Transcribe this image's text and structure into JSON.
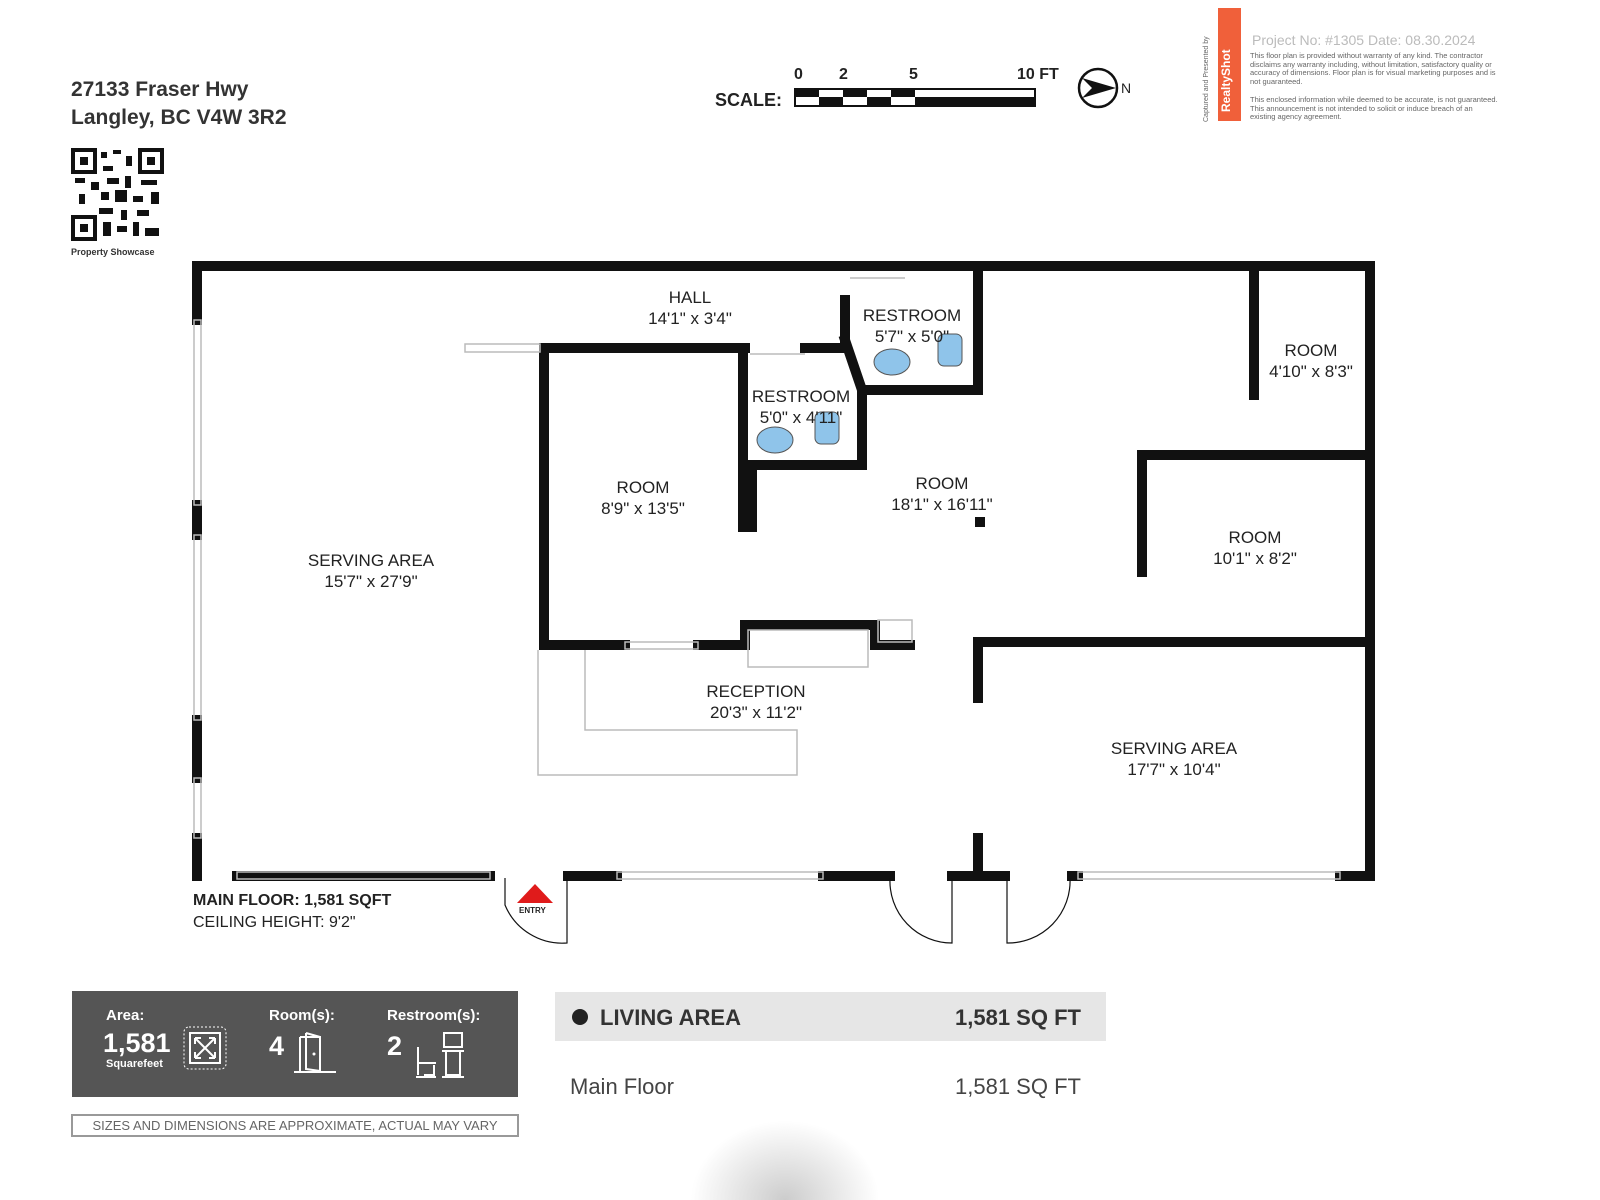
{
  "address": {
    "line1": "27133 Fraser Hwy",
    "line2": "Langley, BC V4W 3R2"
  },
  "qr_caption": "Property Showcase",
  "scale": {
    "label": "SCALE:",
    "ticks": [
      "0",
      "2",
      "5",
      "10 FT"
    ],
    "north": "N"
  },
  "branding": {
    "brand": "RealtyShot",
    "captured_by": "Captured and Presented by"
  },
  "project": {
    "text": "Project No: #1305   Date: 08.30.2024"
  },
  "disclaimer1": "This floor plan is provided without warranty of any kind. The contractor disclaims any warranty including, without limitation, satisfactory quality or accuracy of dimensions. Floor plan is for visual marketing purposes and is not guaranteed.",
  "disclaimer2": "This enclosed information while deemed to be accurate, is not guaranteed. This announcement is not intended to solicit or induce breach of an existing agency agreement.",
  "rooms": [
    {
      "name": "HALL",
      "dim": "14'1\" x 3'4\""
    },
    {
      "name": "RESTROOM",
      "dim": "5'7\" x 5'0\""
    },
    {
      "name": "ROOM",
      "dim": "4'10\" x 8'3\""
    },
    {
      "name": "RESTROOM",
      "dim": "5'0\" x 4'11\""
    },
    {
      "name": "ROOM",
      "dim": "8'9\" x 13'5\""
    },
    {
      "name": "ROOM",
      "dim": "18'1\" x 16'11\""
    },
    {
      "name": "SERVING AREA",
      "dim": "15'7\" x 27'9\""
    },
    {
      "name": "ROOM",
      "dim": "10'1\" x 8'2\""
    },
    {
      "name": "RECEPTION",
      "dim": "20'3\" x 11'2\""
    },
    {
      "name": "SERVING AREA",
      "dim": "17'7\" x 10'4\""
    }
  ],
  "entry": "ENTRY",
  "floor": {
    "main": "MAIN FLOOR: 1,581 SQFT",
    "ceiling": "CEILING HEIGHT: 9'2\""
  },
  "stats": {
    "area_label": "Area:",
    "area": "1,581",
    "area_unit": "Squarefeet",
    "rooms_label": "Room(s):",
    "rooms": "4",
    "restrooms_label": "Restroom(s):",
    "restrooms": "2"
  },
  "note": "SIZES AND DIMENSIONS ARE APPROXIMATE, ACTUAL MAY VARY",
  "living_area": {
    "title": "LIVING AREA",
    "total": "1,581 SQ FT",
    "rows": [
      {
        "name": "Main Floor",
        "value": "1,581 SQ FT"
      }
    ]
  },
  "colors": {
    "brand": "#f0603a",
    "stats_bg": "#555555",
    "fixture": "#8fc4ea"
  }
}
